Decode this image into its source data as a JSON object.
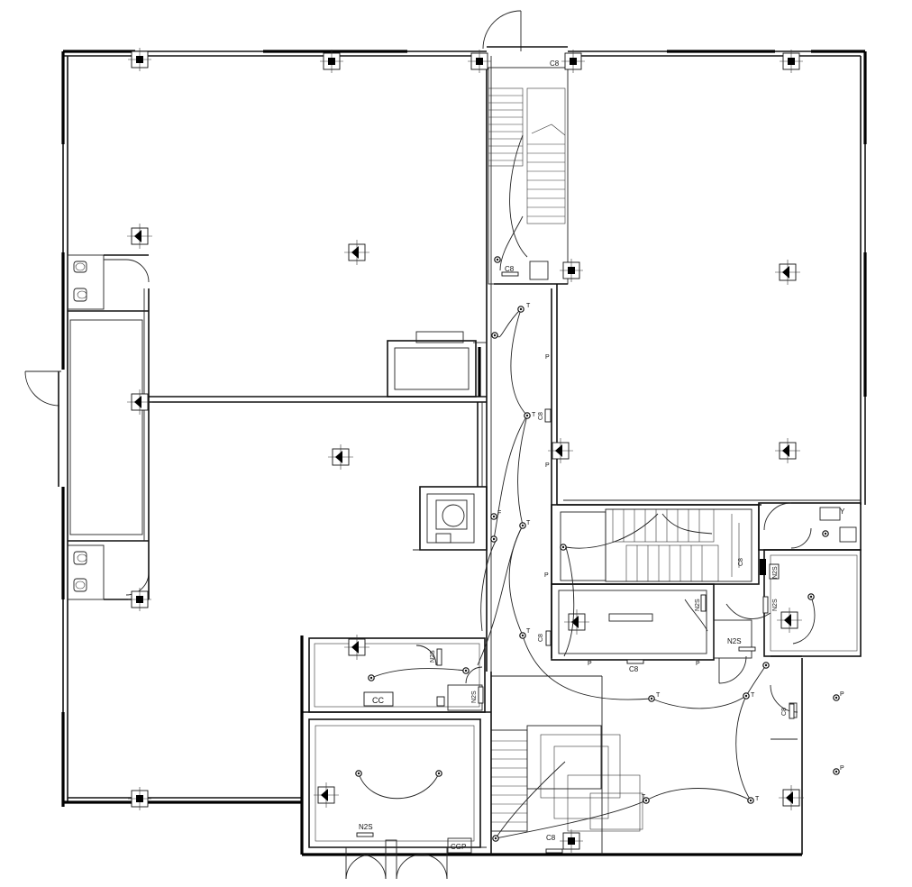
{
  "labels": {
    "cc": "CC",
    "cgp": "CGP",
    "n2s": "N2S",
    "c8": "C8",
    "t": "T",
    "p": "P",
    "f": "F",
    "y": "Y"
  }
}
